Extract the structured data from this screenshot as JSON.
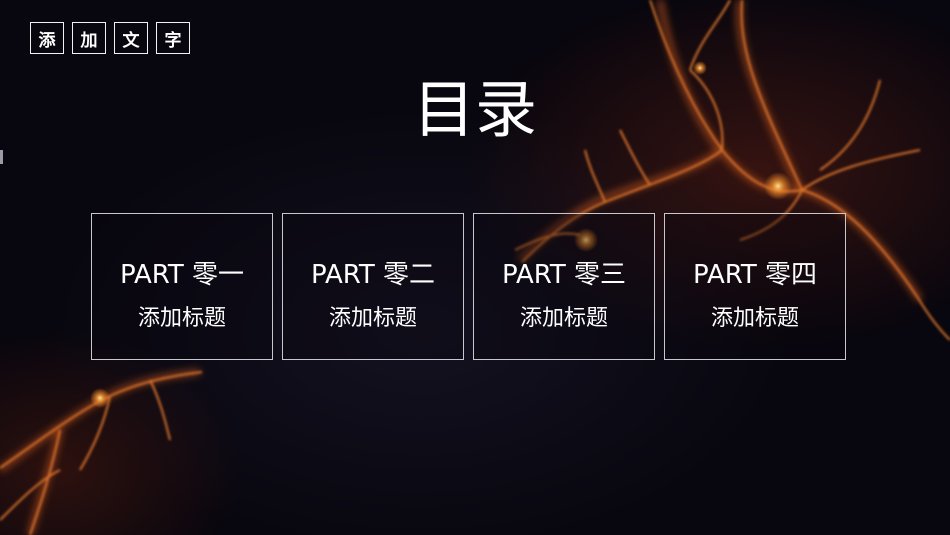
{
  "slide": {
    "tags": [
      "添",
      "加",
      "文",
      "字"
    ],
    "title": "目录",
    "cards": [
      {
        "part": "PART  零一",
        "subtitle": "添加标题"
      },
      {
        "part": "PART  零二",
        "subtitle": "添加标题"
      },
      {
        "part": "PART  零三",
        "subtitle": "添加标题"
      },
      {
        "part": "PART  零四",
        "subtitle": "添加标题"
      }
    ]
  },
  "colors": {
    "background": "#08060e",
    "text": "#ffffff",
    "card_border": "#c8c8cc",
    "glow": "#e07830"
  }
}
